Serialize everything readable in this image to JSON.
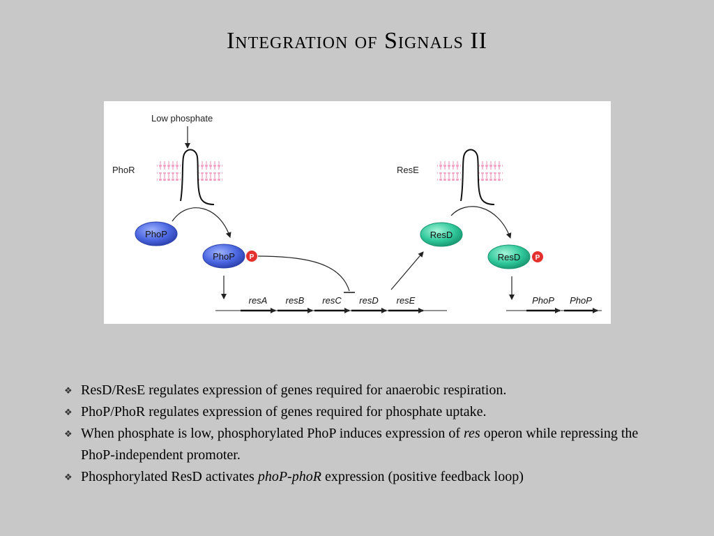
{
  "slide": {
    "title": "Integration of Signals II"
  },
  "diagram": {
    "low_phosphate": "Low phosphate",
    "phor": "PhoR",
    "rese": "ResE",
    "phop": "PhoP",
    "resd": "ResD",
    "p_badge": "P",
    "res_genes": [
      "resA",
      "resB",
      "resC",
      "resD",
      "resE"
    ],
    "pho_genes": [
      "PhoP",
      "PhoP"
    ],
    "colors": {
      "phop_blue": "#4a66e0",
      "resd_green": "#2fc79a",
      "phospho_red": "#e53030",
      "membrane_pink": "#f2a3c4"
    }
  },
  "bullets": {
    "marker": "❖",
    "items": [
      {
        "t1": "ResD/ResE regulates expression of genes required for anaerobic respiration.",
        "i1": "",
        "t2": ""
      },
      {
        "t1": "PhoP/PhoR regulates expression of genes required for phosphate uptake.",
        "i1": "",
        "t2": ""
      },
      {
        "t1": "When phosphate is low, phosphorylated PhoP induces expression of ",
        "i1": "res",
        "t2": " operon while repressing the PhoP-independent promoter."
      },
      {
        "t1": "Phosphorylated ResD activates ",
        "i1": "phoP-phoR",
        "t2": " expression (positive feedback loop)"
      }
    ]
  }
}
